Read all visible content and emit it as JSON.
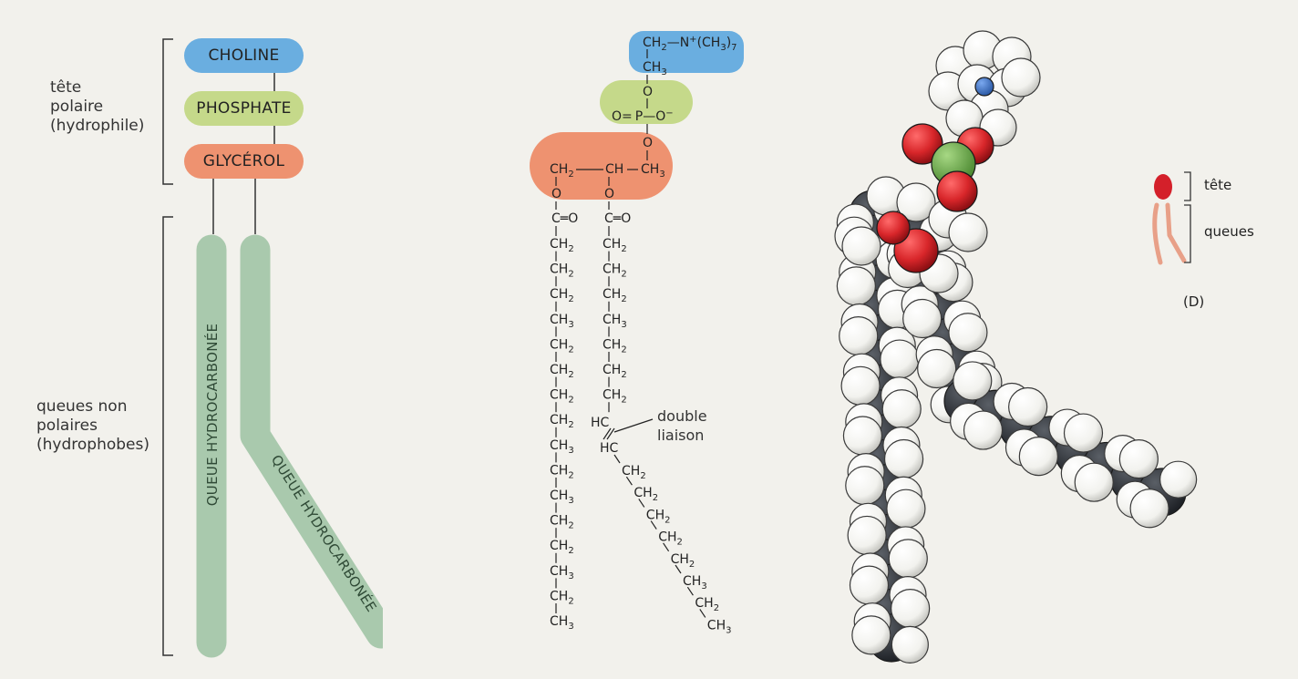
{
  "panel_a": {
    "head_label": [
      "tête",
      "polaire",
      "(hydrophile)"
    ],
    "tail_label": [
      "queues non",
      "polaires",
      "(hydrophobes)"
    ],
    "choline": "CHOLINE",
    "phosphate": "PHOSPHATE",
    "glycerol": "GLYCÉROL",
    "tail_text": "QUEUE HYDROCARBONÉE",
    "colors": {
      "choline": "#6aaee0",
      "phosphate": "#c5d98a",
      "glycerol": "#ee9270",
      "tail": "#a9c9ad"
    }
  },
  "panel_b": {
    "choline_formula": {
      "a": "CH",
      "a_sub": "2",
      "dash": "—",
      "b": "N",
      "b_sup": "+",
      "c": "(CH",
      "c_sub": "3",
      "d": ")",
      "d_sub": "7"
    },
    "choline_ch3": {
      "a": "CH",
      "a_sub": "3"
    },
    "phosphate_formula": {
      "o_left": "O",
      "eq": "=",
      "p": "P",
      "dash": "—",
      "o_right": "O",
      "minus": "−",
      "o_top": "O",
      "o_bottom": "O"
    },
    "glycerol_formula": {
      "c1": "CH",
      "c1_sub": "2",
      "c2": "CH",
      "c3": "CH",
      "c3_sub": "3"
    },
    "ester_o": "O",
    "carbonyl": "C═O",
    "ch2": "CH",
    "ch3": "CH",
    "sub2": "2",
    "sub3": "3",
    "hc": "HC",
    "double_bond_label": [
      "double",
      "liaison"
    ],
    "chain1": [
      "CH2",
      "CH2",
      "CH2",
      "CH3",
      "CH2",
      "CH2",
      "CH2",
      "CH2",
      "CH3",
      "CH2",
      "CH3",
      "CH2",
      "CH2",
      "CH3",
      "CH2",
      "CH3"
    ],
    "chain2": [
      "CH2",
      "CH2",
      "CH2",
      "CH3",
      "CH2",
      "CH2",
      "CH2"
    ],
    "chain2_after": [
      "CH2",
      "CH2",
      "CH2",
      "CH2",
      "CH2",
      "CH3",
      "CH2",
      "CH3"
    ],
    "colors": {
      "choline": "#6aaee0",
      "phosphate": "#c5d98a",
      "glycerol": "#ee9270"
    }
  },
  "panel_d": {
    "head_label": "tête",
    "tail_label": "queues",
    "letter": "(D)",
    "colors": {
      "carbon": "#2e3136",
      "hydrogen": "#f7f7f3",
      "oxygen": "#d8262a",
      "phosphorus": "#6fad4c",
      "nitrogen": "#3a72c4",
      "head": "#d4202a",
      "tail": "#e8a088"
    }
  }
}
